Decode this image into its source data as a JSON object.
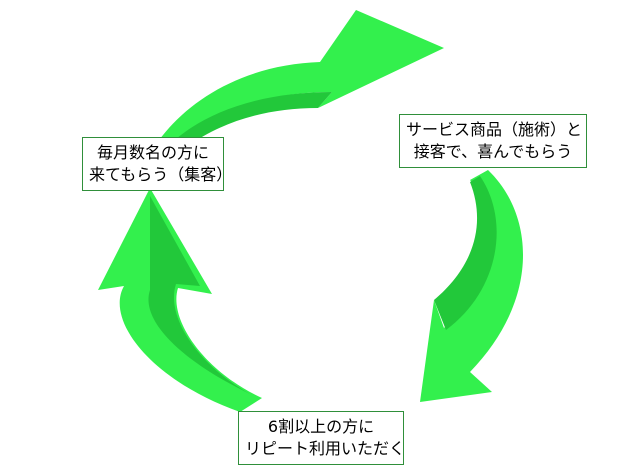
{
  "diagram": {
    "type": "cycle",
    "arrow_color": "#33f04d",
    "arrow_shade_color": "#22c83a",
    "steps": [
      {
        "id": "attract",
        "lines": [
          "毎月数名の方に",
          "来てもらう（集客）"
        ]
      },
      {
        "id": "satisfy",
        "lines": [
          "サービス商品（施術）と",
          "接客で、喜んでもらう"
        ]
      },
      {
        "id": "repeat",
        "lines": [
          "6割以上の方に",
          "リピート利用いただく"
        ]
      }
    ]
  }
}
